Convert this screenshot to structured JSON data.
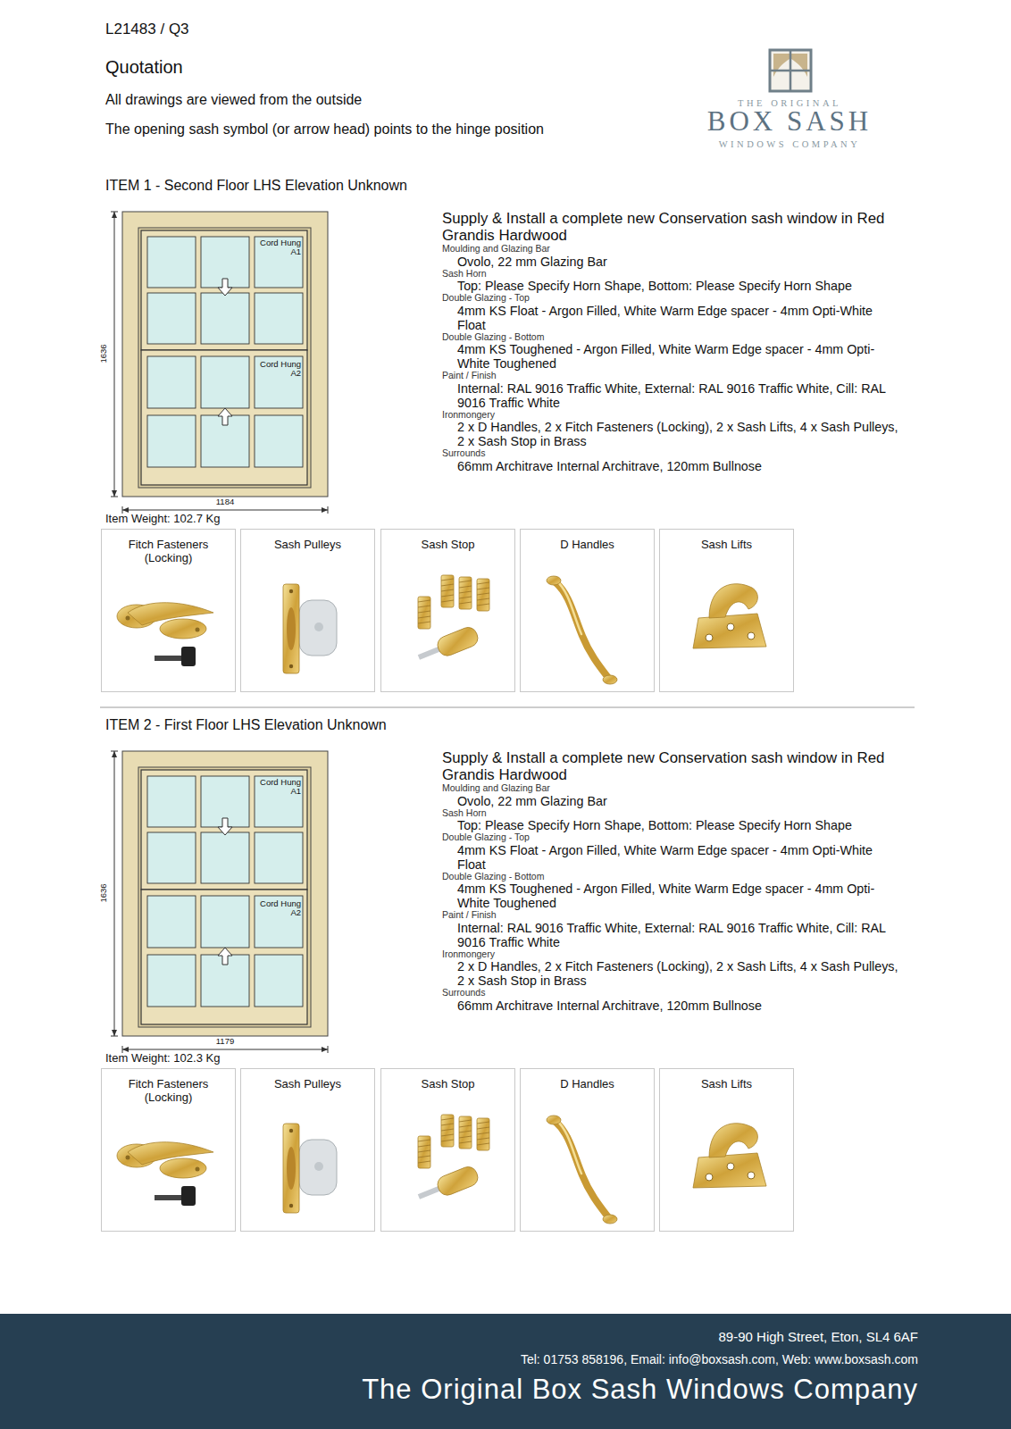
{
  "diagram": {
    "title": "Quotation",
    "nodes": [
      {
        "text": [
          "Fitch Fasteners (Locking)"
        ]
      },
      {
        "text": [
          "Sash Pulleys"
        ]
      },
      {
        "text": [
          "Sash Stop"
        ]
      },
      {
        "text": [
          "D Handles"
        ]
      },
      {
        "text": [
          "Sash Lifts"
        ]
      },
      {
        "text": [
          "Fitch Fasteners (Locking)"
        ]
      },
      {
        "text": [
          "Sash Pulleys"
        ]
      },
      {
        "text": [
          "Sash Stop"
        ]
      },
      {
        "text": [
          "D Handles"
        ]
      },
      {
        "text": [
          "Sash Lifts"
        ]
      },
      {
        "text": [
          "89-90 High Street, Eton, SL4 6AF",
          "Tel: 01753 858196, Email: info@boxsash.com, Web: www.boxsash.com",
          "The Original Box Sash Windows Company"
        ]
      }
    ],
    "labels": [
      "L21483 / Q3",
      "All drawings are viewed from the outside",
      "The opening sash symbol (or arrow head) points to the hinge position",
      "THE ORIGINAL",
      "BOX SASH",
      "WINDOWS COMPANY",
      "ITEM 1 - Second Floor LHS Elevation Unknown",
      "Cord Hung A1",
      "Cord Hung A2",
      "1636",
      "1184",
      "Item Weight: 102.7 Kg",
      "Supply & Install a complete new Conservation sash window in Red Grandis Hardwood",
      "Moulding and Glazing Bar",
      "Ovolo, 22 mm Glazing Bar",
      "Sash Horn",
      "Top: Please Specify Horn Shape, Bottom: Please Specify Horn Shape",
      "Double Glazing - Top",
      "4mm KS Float - Argon Filled, White Warm Edge spacer - 4mm Opti-White Float",
      "Double Glazing - Bottom",
      "4mm KS Toughened - Argon Filled, White Warm Edge spacer - 4mm Opti-White Toughened",
      "Paint / Finish",
      "Internal: RAL 9016 Traffic White, External: RAL 9016 Traffic White, Cill: RAL 9016 Traffic White",
      "Ironmongery",
      "2 x D Handles, 2 x Fitch Fasteners (Locking), 2 x Sash Lifts, 4 x Sash Pulleys, 2 x Sash Stop in Brass",
      "Surrounds",
      "66mm Architrave Internal Architrave, 120mm Bullnose",
      "ITEM 2 - First Floor LHS Elevation Unknown",
      "Cord Hung A1",
      "Cord Hung A2",
      "1636",
      "1179",
      "Item Weight: 102.3 Kg",
      "Supply & Install a complete new Conservation sash window in Red Grandis Hardwood",
      "Moulding and Glazing Bar",
      "Ovolo, 22 mm Glazing Bar",
      "Sash Horn",
      "Top: Please Specify Horn Shape, Bottom: Please Specify Horn Shape",
      "Double Glazing - Top",
      "4mm KS Float - Argon Filled, White Warm Edge spacer - 4mm Opti-White Float",
      "Double Glazing - Bottom",
      "4mm KS Toughened - Argon Filled, White Warm Edge spacer - 4mm Opti-White Toughened",
      "Paint / Finish",
      "Internal: RAL 9016 Traffic White, External: RAL 9016 Traffic White, Cill: RAL 9016 Traffic White",
      "Ironmongery",
      "2 x D Handles, 2 x Fitch Fasteners (Locking), 2 x Sash Lifts, 4 x Sash Pulleys, 2 x Sash Stop in Brass",
      "Surrounds",
      "66mm Architrave Internal Architrave, 120mm Bullnose"
    ]
  }
}
